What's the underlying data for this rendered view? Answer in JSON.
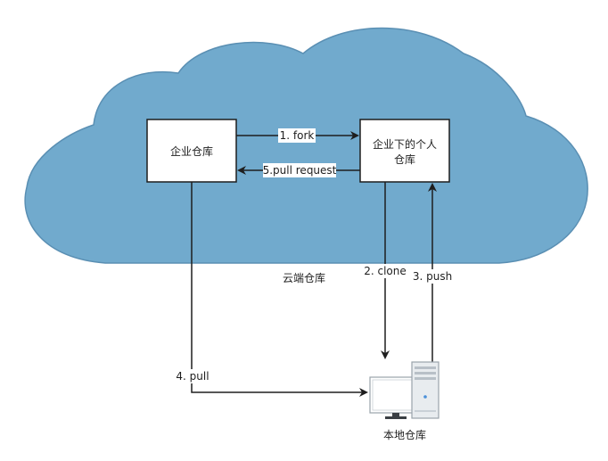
{
  "diagram": {
    "cloud_label": "云端仓库",
    "nodes": {
      "enterprise_repo": "企业仓库",
      "personal_repo_line1": "企业下的个人",
      "personal_repo_line2": "仓库",
      "local_repo": "本地仓库"
    },
    "edges": {
      "fork": "1. fork",
      "clone": "2. clone",
      "push": "3. push",
      "pull": "4. pull",
      "pull_request": "5.pull request"
    },
    "colors": {
      "cloud_fill": "#71aacd",
      "cloud_stroke": "#5a8fb3",
      "box_fill": "#ffffff",
      "line": "#1e1e1e",
      "text": "#1e1e1e"
    },
    "icons": {
      "local_machine": "computer-tower-icon"
    }
  }
}
